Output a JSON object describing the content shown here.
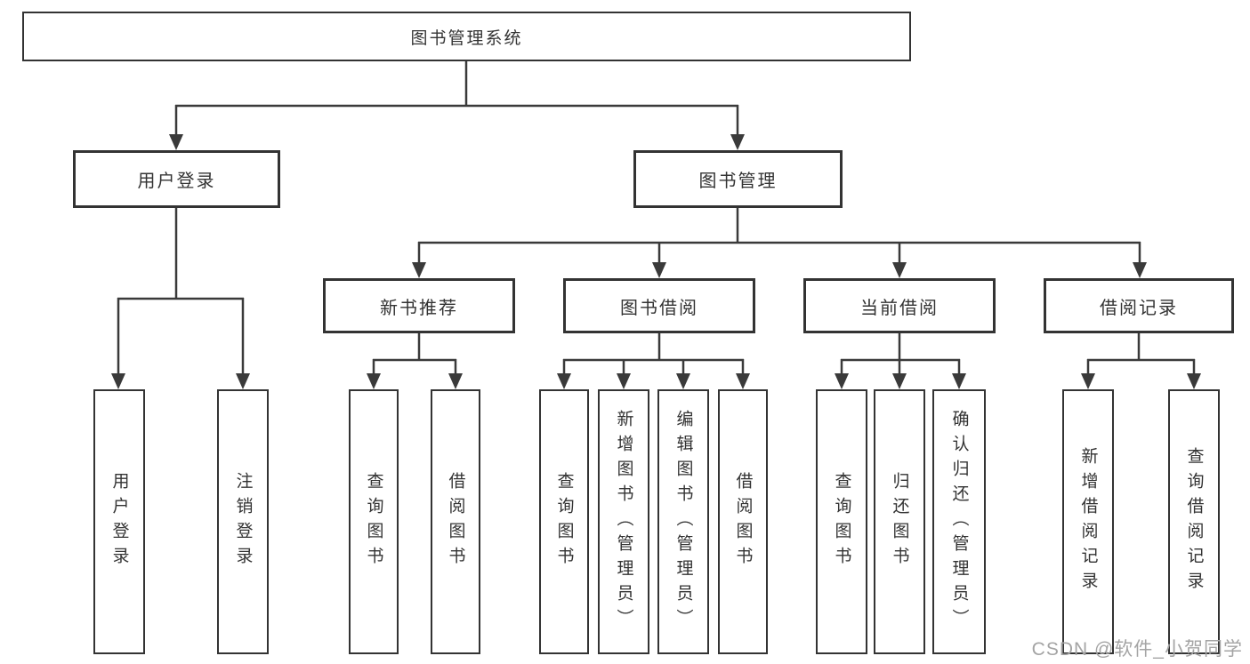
{
  "diagram": {
    "root_label": "图书管理系统",
    "login_branch": {
      "label": "用户登录",
      "children": [
        "用户登录",
        "注销登录"
      ]
    },
    "mgmt_branch": {
      "label": "图书管理",
      "sections": [
        {
          "label": "新书推荐",
          "children": [
            "查询图书",
            "借阅图书"
          ]
        },
        {
          "label": "图书借阅",
          "children": [
            "查询图书",
            "新增图书（管理员）",
            "编辑图书（管理员）",
            "借阅图书"
          ]
        },
        {
          "label": "当前借阅",
          "children": [
            "查询图书",
            "归还图书",
            "确认归还（管理员）"
          ]
        },
        {
          "label": "借阅记录",
          "children": [
            "新增借阅记录",
            "查询借阅记录"
          ]
        }
      ]
    },
    "watermark": "CSDN @软件_小贺同学",
    "colors": {
      "line": "#3a3a3a",
      "text": "#333333",
      "box_background": "#ffffff",
      "page_background": "#ffffff",
      "watermark": "#a4a4a4"
    }
  }
}
